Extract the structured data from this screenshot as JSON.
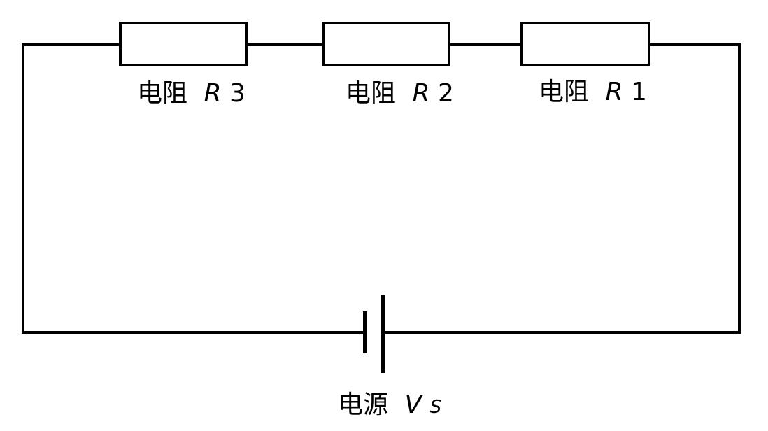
{
  "diagram": {
    "title": "",
    "stroke_color": "#000000",
    "background_color": "#ffffff",
    "resistors": [
      {
        "name": "R3",
        "prefix": "电阻",
        "symbol": "R",
        "index": "3"
      },
      {
        "name": "R2",
        "prefix": "电阻",
        "symbol": "R",
        "index": "2"
      },
      {
        "name": "R1",
        "prefix": "电阻",
        "symbol": "R",
        "index": "1"
      }
    ],
    "source": {
      "name": "Vs",
      "prefix": "电源",
      "symbol": "V",
      "subscript": "S"
    }
  }
}
